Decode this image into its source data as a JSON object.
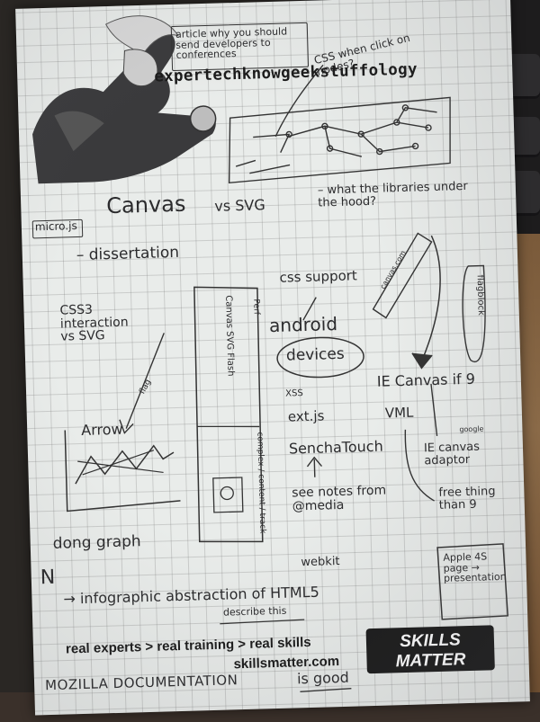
{
  "header": {
    "brand": "expertechknowgeekstuffology",
    "note_box": "article why you should send developers to conferences",
    "css_note": "CSS when click on nodes?"
  },
  "notes": {
    "canvas": "Canvas",
    "vs_svg": "vs SVG",
    "what_the": "– what the libraries under the hood?",
    "micro_js": "micro.js",
    "dissertation": "– dissertation",
    "css3": "CSS3 interaction vs SVG",
    "arrow_tag": "flag",
    "css_support": "css support",
    "android": "android",
    "devices": "devices",
    "canvas_note": "canvas.com",
    "rotated_labels": [
      "Canvas SVG Flash",
      "Perf",
      "complex / content / track"
    ],
    "ie_canvas": "IE Canvas if 9",
    "vml": "VML",
    "google": "google",
    "ie_canvas_adapter": "IE canvas adaptor",
    "free_thing": "free thing than 9",
    "ext_js": "ext.js",
    "sencha": "SenchaTouch",
    "see_notes": "see notes from @media",
    "webkit": "webkit",
    "xss": "XSS",
    "graph_label": "Arrow",
    "dong_graph": "dong graph",
    "infographic": "→ infographic abstraction of HTML5",
    "describe": "describe this",
    "apple": "Apple 4S page → presentation",
    "right_side": "flagblock",
    "left_mark": "N"
  },
  "footer": {
    "tagline": "real experts > real training > real skills",
    "url": "skillsmatter.com",
    "mozilla": "MOZILLA DOCUMENTATION",
    "is_good": "is good",
    "logo_top": "SKILLS",
    "logo_bottom": "MATTER"
  }
}
